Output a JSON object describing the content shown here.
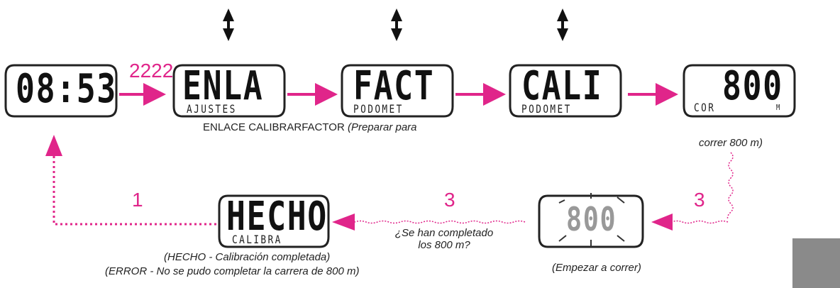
{
  "watches": [
    {
      "id": "time",
      "main": "08:53",
      "sub": ""
    },
    {
      "id": "enla",
      "main": "ENLA",
      "sub": "AJUSTES"
    },
    {
      "id": "fact",
      "main": "FACT",
      "sub": "PODOMET"
    },
    {
      "id": "cali",
      "main": "CALI",
      "sub": "PODOMET"
    },
    {
      "id": "cor800",
      "main": "800",
      "sub": "COR",
      "unit": "M"
    },
    {
      "id": "run",
      "main": "800",
      "sub": ""
    },
    {
      "id": "hecho",
      "main": "HECHO",
      "sub": "CALIBRA"
    }
  ],
  "steps": {
    "step_2": "2222",
    "step_3_right": "3",
    "step_3_mid": "3",
    "step_1": "1"
  },
  "captions": {
    "enlace_normal": "ENLACE CALIBRARFACTOR ",
    "enlace_italic": "(Preparar para",
    "correr": "correr 800 m)",
    "completado_1": "¿Se han completado",
    "completado_2": "los 800 m?",
    "empezar": "(Empezar a correr)",
    "hecho": "(HECHO - Calibración completada)",
    "error": "(ERROR - No se pudo completar la carrera de 800 m)"
  },
  "colors": {
    "accent": "#e0258a",
    "lcd_text": "#111111",
    "outline": "#222222",
    "box": "#8a8a8a"
  },
  "icons": [
    "up-down-arrow-icon",
    "right-arrow-icon",
    "left-arrow-icon",
    "up-arrow-icon"
  ]
}
